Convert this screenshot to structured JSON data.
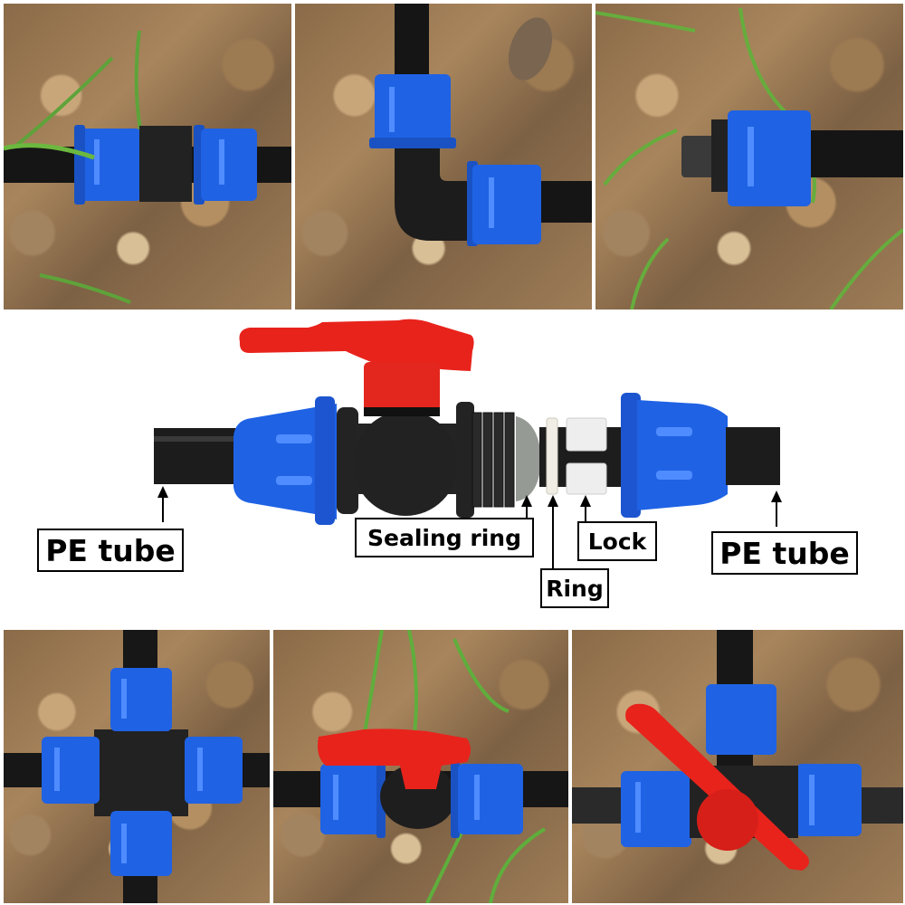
{
  "image": {
    "type": "product-collage",
    "subject": "PE tube quick connector fittings with ball valve",
    "background": "#ffffff"
  },
  "top_row": {
    "panels": [
      {
        "name": "straight-coupling-photo",
        "description": "Blue straight coupling joining two black PE tubes on dry soil with grass"
      },
      {
        "name": "elbow-photo",
        "description": "Black 90-degree elbow with two blue compression nuts on soil"
      },
      {
        "name": "threaded-adapter-photo",
        "description": "Blue compression nut with black threaded adapter on soil with grass"
      }
    ]
  },
  "diagram": {
    "description": "Exploded view of ball valve with compression fitting",
    "labels": {
      "pe_tube_left": "PE tube",
      "sealing_ring": "Sealing ring",
      "ring": "Ring",
      "lock": "Lock",
      "pe_tube_right": "PE tube"
    },
    "colors": {
      "handle_red": "#e8231c",
      "nut_blue": "#1f5fe0",
      "body_black": "#1e1e1e",
      "lock_white": "#eeeeee"
    }
  },
  "bottom_row": {
    "panels": [
      {
        "name": "cross-fitting-photo",
        "description": "Black 4-way cross with four blue compression nuts on soil"
      },
      {
        "name": "ball-valve-photo",
        "description": "Ball valve with red handle and two blue compression nuts on soil with grass"
      },
      {
        "name": "tee-valve-photo",
        "description": "Tee fitting with large red valve handle and three blue nuts on soil"
      }
    ]
  }
}
